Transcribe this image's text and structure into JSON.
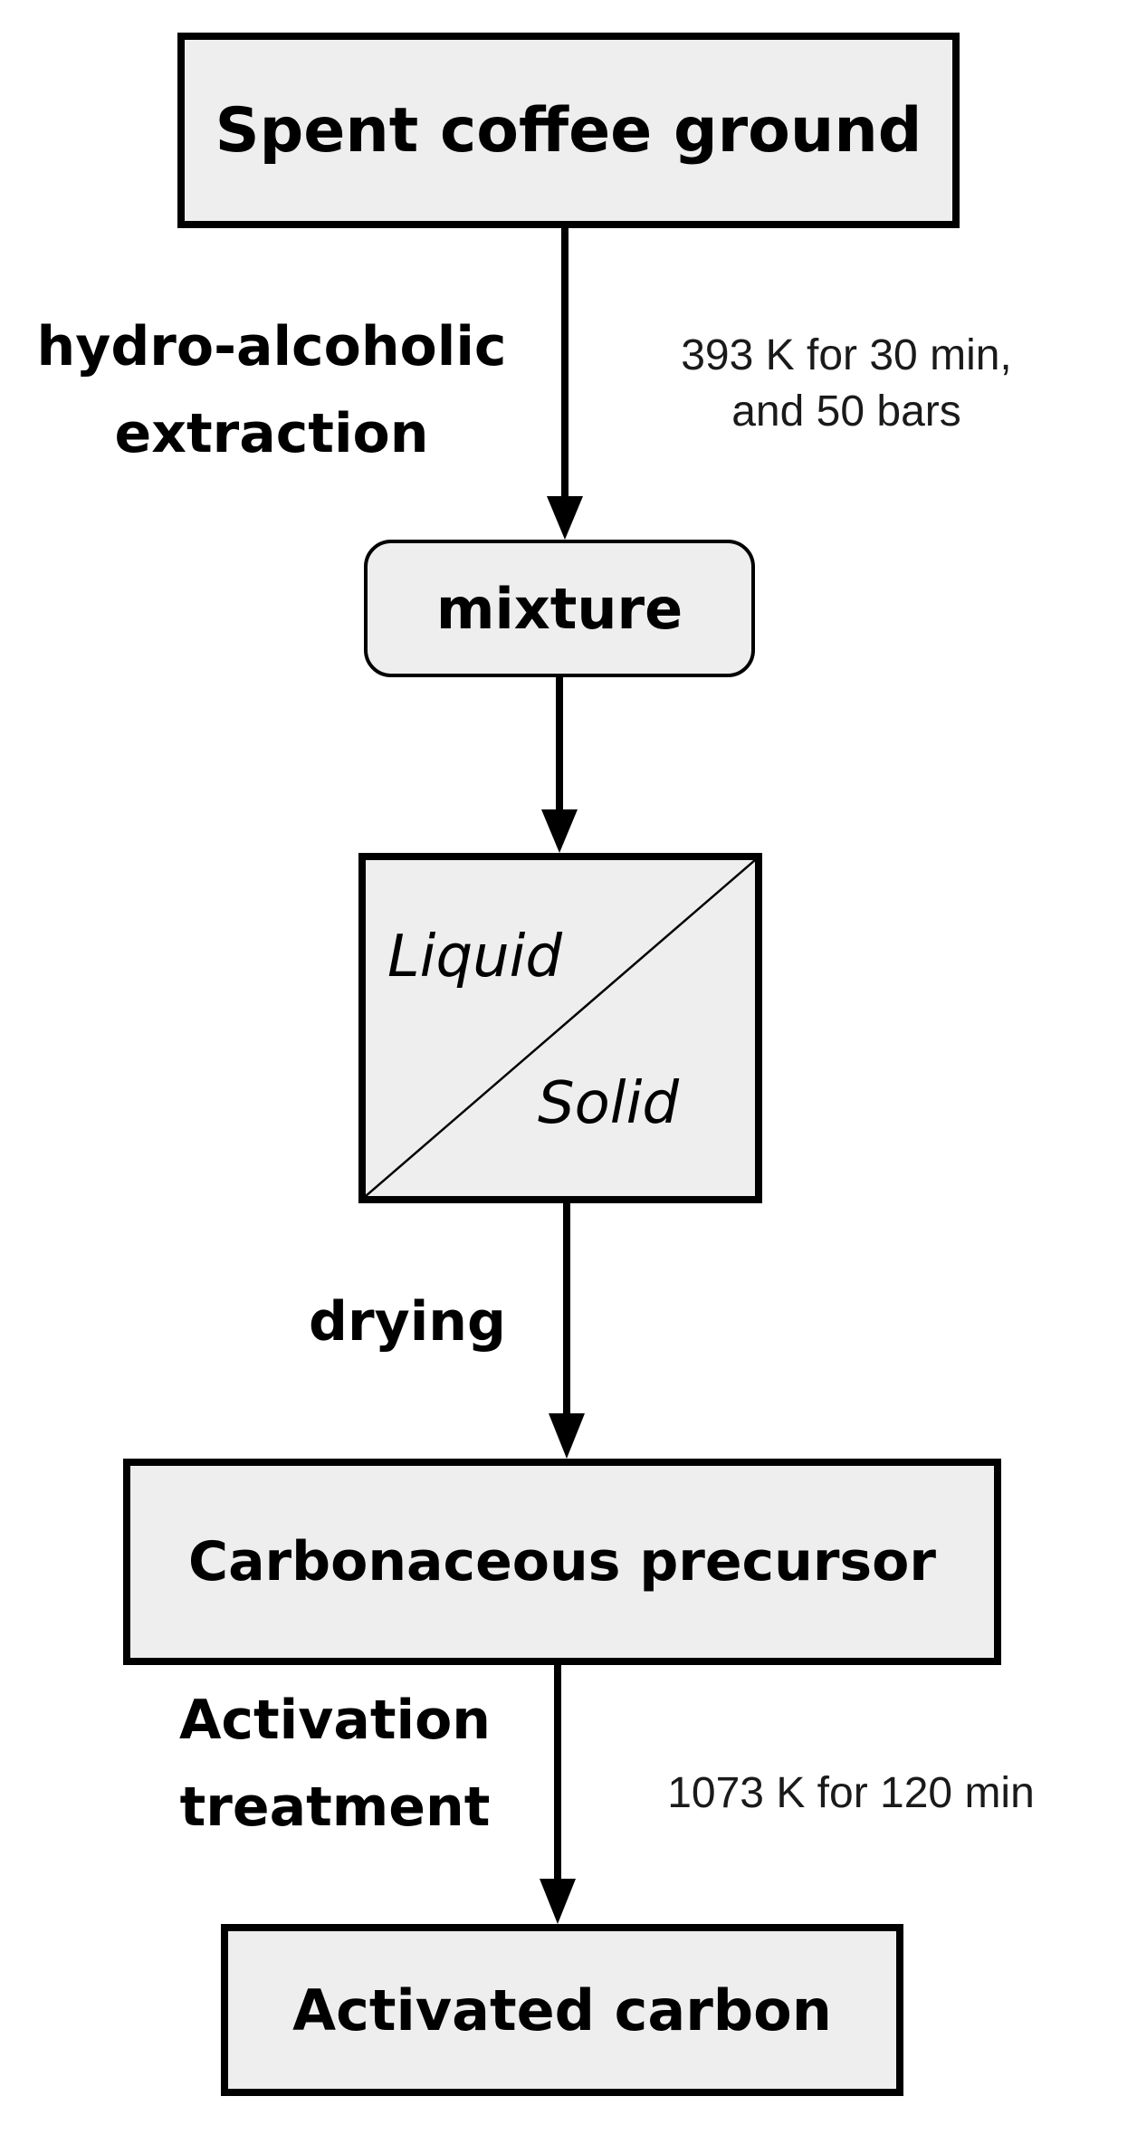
{
  "nodes": {
    "start": "Spent coffee ground",
    "mixture": "mixture",
    "separator": {
      "top_phase": "Liquid",
      "bottom_phase": "Solid"
    },
    "precursor": "Carbonaceous precursor",
    "product": "Activated carbon"
  },
  "steps": {
    "extraction": {
      "label_lines": [
        "hydro-alcoholic",
        "extraction"
      ],
      "condition_lines": [
        "393 K for 30 min,",
        "and 50 bars"
      ]
    },
    "drying": {
      "label": "drying"
    },
    "activation": {
      "label_lines": [
        "Activation",
        "treatment"
      ],
      "condition": "1073 K for 120 min"
    }
  },
  "colors": {
    "box_fill": "#eeeeee",
    "stroke": "#000000"
  }
}
